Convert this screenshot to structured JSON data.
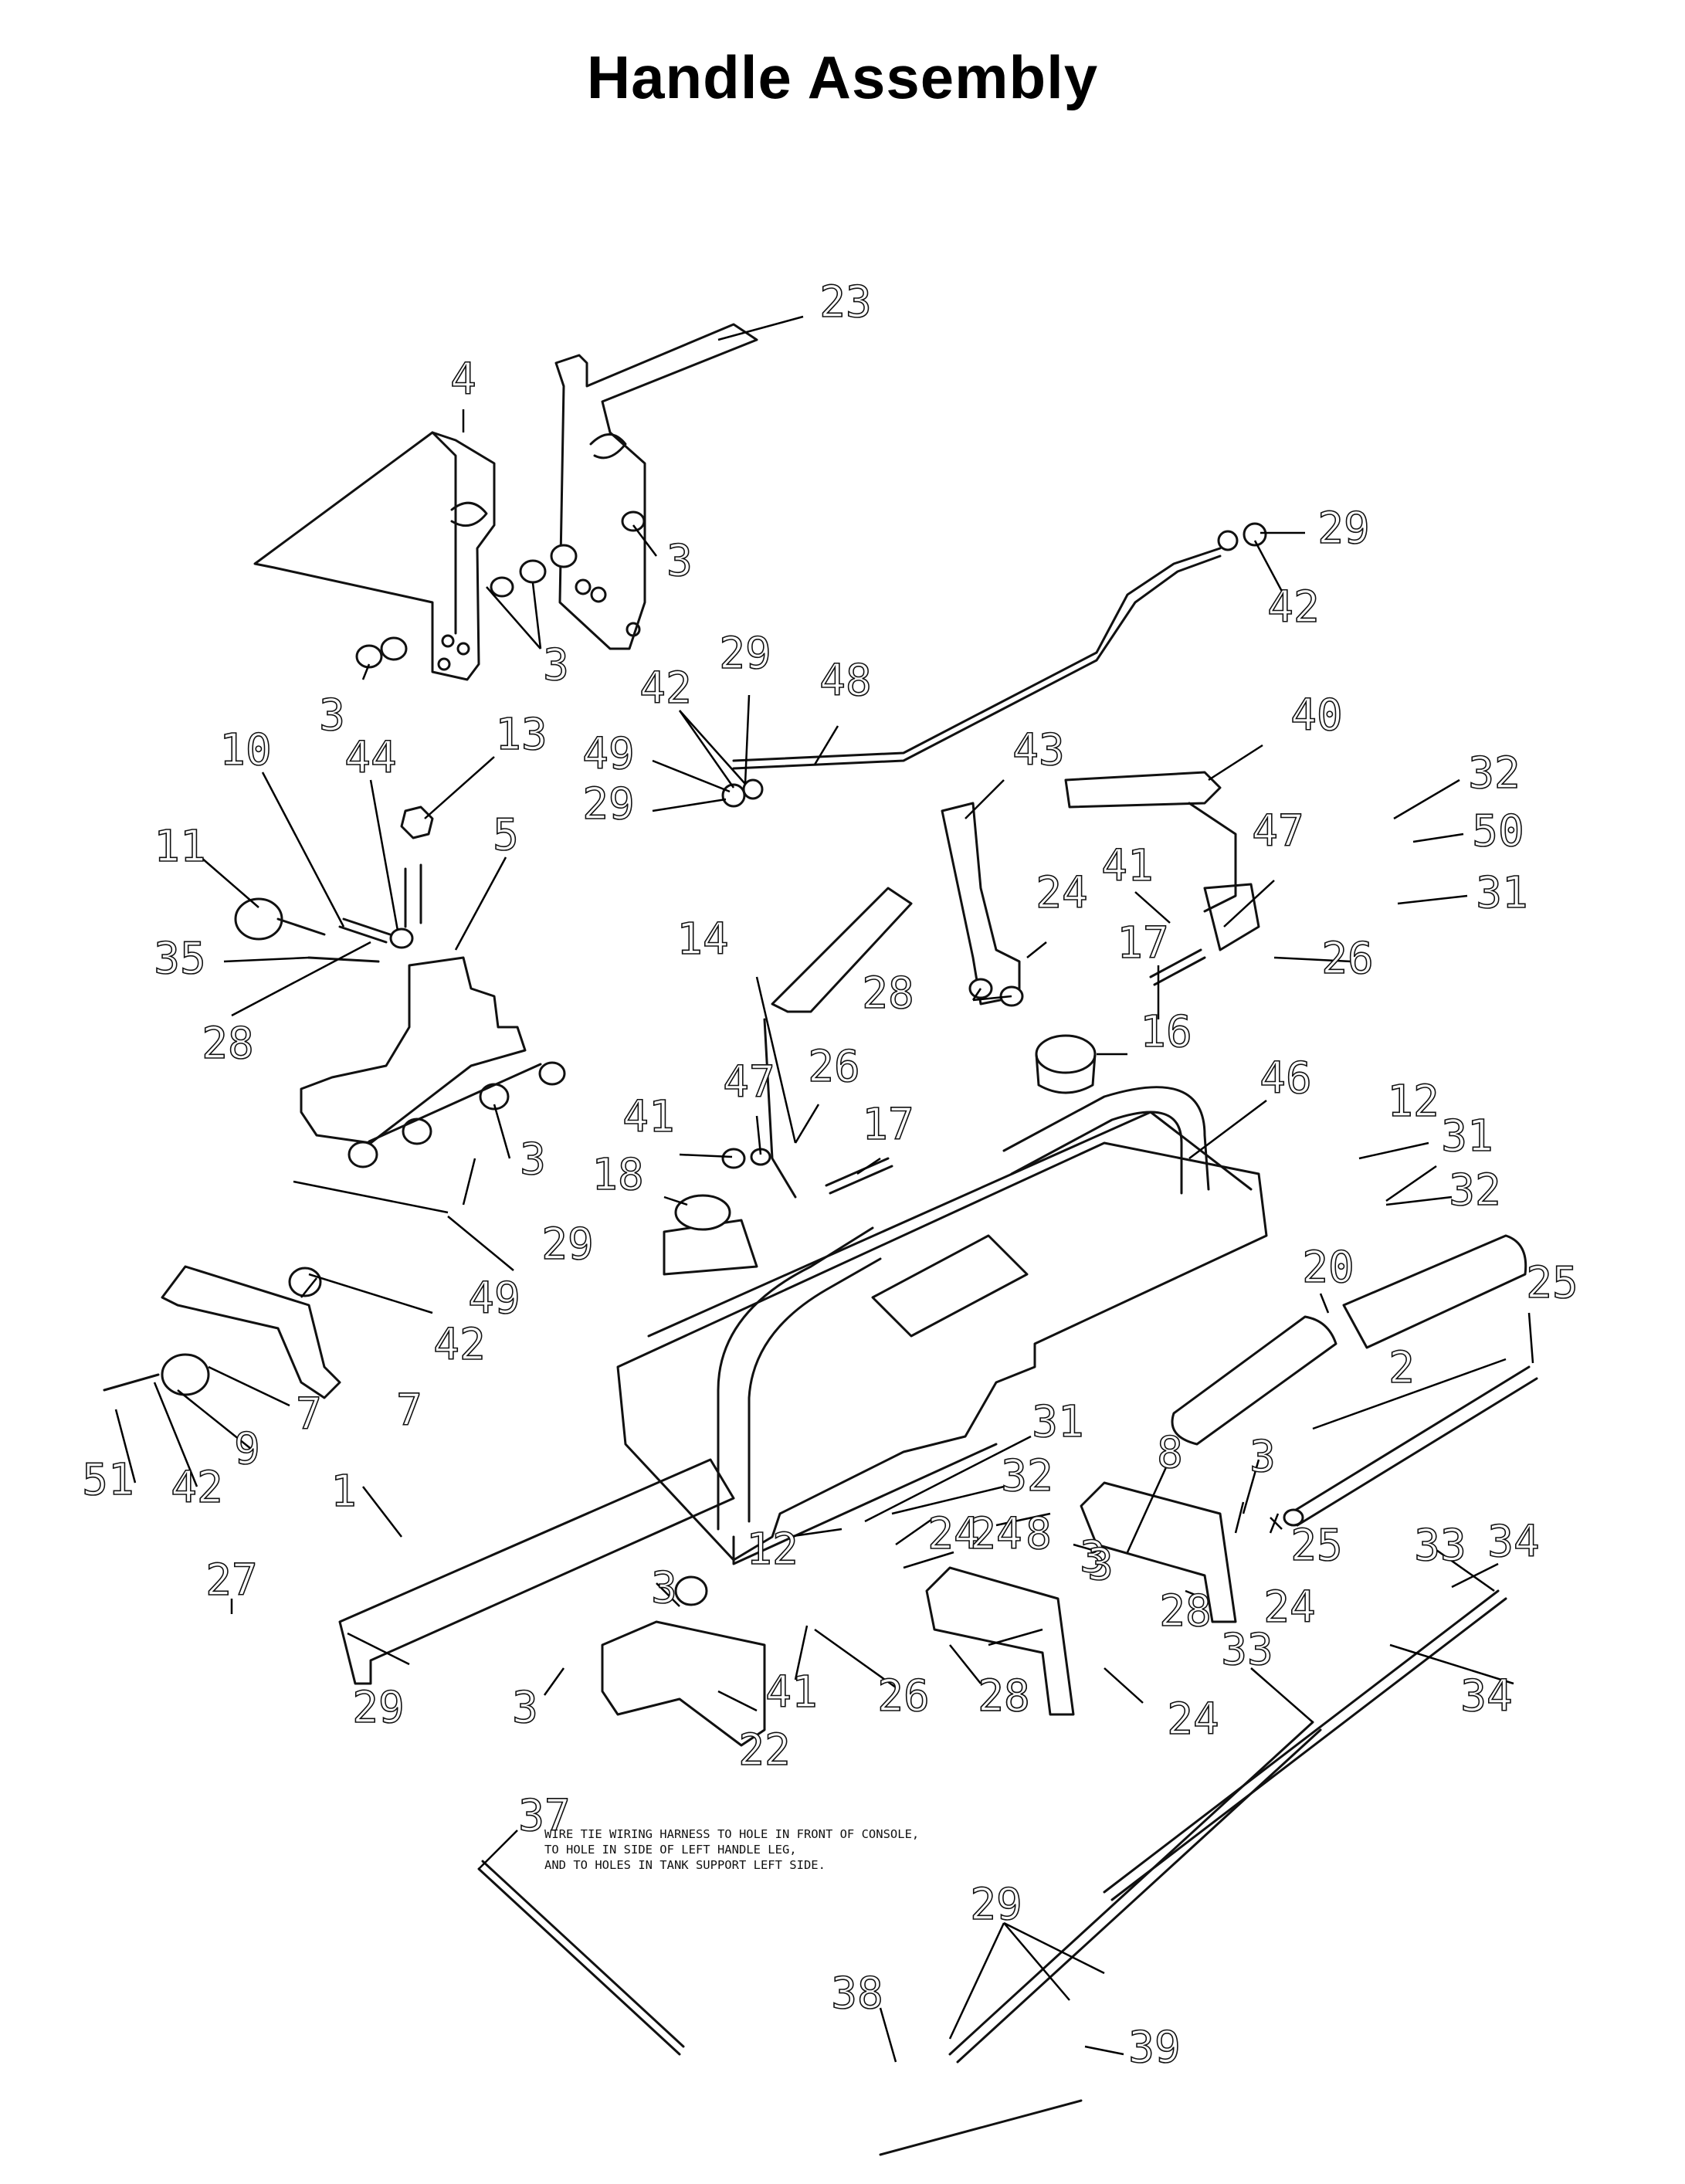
{
  "title": "Handle Assembly",
  "note_lines": [
    "WIRE TIE WIRING HARNESS TO HOLE IN FRONT OF CONSOLE,",
    "TO HOLE IN SIDE OF LEFT HANDLE LEG,",
    "AND TO HOLES IN TANK SUPPORT LEFT SIDE."
  ],
  "callouts": [
    "23",
    "4",
    "3",
    "3",
    "3",
    "3",
    "29",
    "42",
    "48",
    "29",
    "42",
    "49",
    "29",
    "10",
    "44",
    "13",
    "11",
    "5",
    "35",
    "28",
    "43",
    "40",
    "32",
    "50",
    "31",
    "41",
    "47",
    "24",
    "26",
    "17",
    "28",
    "14",
    "16",
    "46",
    "41",
    "47",
    "26",
    "17",
    "12",
    "31",
    "32",
    "3",
    "18",
    "29",
    "49",
    "42",
    "7",
    "7",
    "9",
    "42",
    "51",
    "20",
    "25",
    "2",
    "3",
    "25",
    "1",
    "31",
    "32",
    "12",
    "24",
    "24",
    "8",
    "8",
    "3",
    "28",
    "28",
    "24",
    "24",
    "27",
    "29",
    "3",
    "3",
    "41",
    "26",
    "22",
    "28",
    "33",
    "34",
    "33",
    "34",
    "37",
    "29",
    "38",
    "39"
  ]
}
